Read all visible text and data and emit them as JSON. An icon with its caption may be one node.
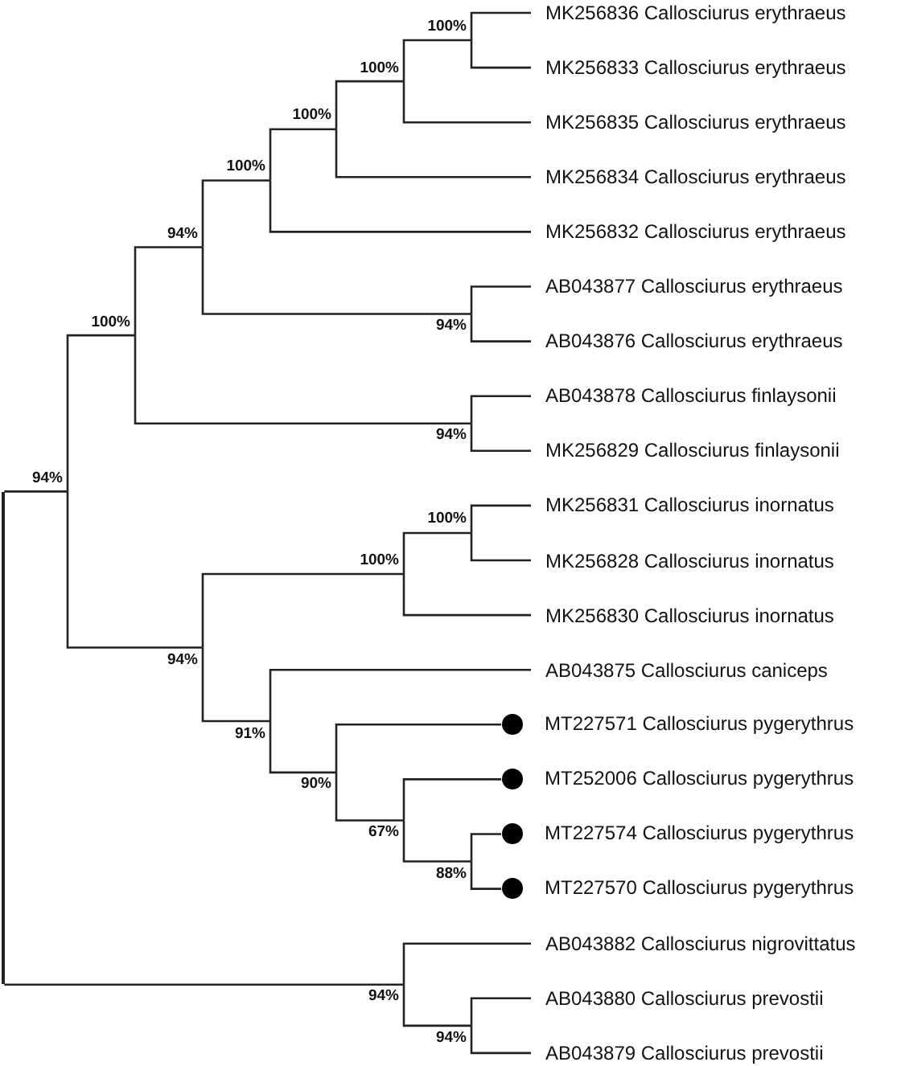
{
  "diagram": {
    "nodes": [
      {
        "text": [],
        "shape": "bar"
      },
      {
        "text": [
          "94%"
        ]
      },
      {
        "text": [
          "100%"
        ]
      },
      {
        "text": [
          "94%"
        ]
      },
      {
        "text": [
          "100%"
        ]
      },
      {
        "text": [
          "100%"
        ]
      },
      {
        "text": [
          "100%"
        ]
      },
      {
        "text": [
          "100%"
        ]
      },
      {
        "text": [
          "MK256836 Callosciurus erythraeus"
        ]
      },
      {
        "text": [
          "MK256833 Callosciurus erythraeus"
        ]
      },
      {
        "text": [
          "MK256835 Callosciurus erythraeus"
        ]
      },
      {
        "text": [
          "MK256834 Callosciurus erythraeus"
        ]
      },
      {
        "text": [
          "MK256832 Callosciurus erythraeus"
        ]
      },
      {
        "text": [
          "94%"
        ]
      },
      {
        "text": [
          "AB043877 Callosciurus erythraeus"
        ]
      },
      {
        "text": [
          "AB043876 Callosciurus erythraeus"
        ]
      },
      {
        "text": [
          "94%"
        ]
      },
      {
        "text": [
          "AB043878 Callosciurus finlaysonii"
        ]
      },
      {
        "text": [
          "MK256829 Callosciurus finlaysonii"
        ]
      },
      {
        "text": [
          "94%"
        ]
      },
      {
        "text": [
          "100%"
        ]
      },
      {
        "text": [
          "100%"
        ]
      },
      {
        "text": [
          "MK256831 Callosciurus inornatus"
        ]
      },
      {
        "text": [
          "MK256828 Callosciurus inornatus"
        ]
      },
      {
        "text": [
          "MK256830 Callosciurus inornatus"
        ]
      },
      {
        "text": [
          "91%"
        ]
      },
      {
        "text": [
          "AB043875 Callosciurus caniceps"
        ]
      },
      {
        "text": [
          "90%"
        ]
      },
      {
        "text": [],
        "shape": "circle",
        "beside": [
          "MT227571 Callosciurus pygerythrus"
        ]
      },
      {
        "text": [
          "67%"
        ]
      },
      {
        "text": [],
        "shape": "circle",
        "beside": [
          "MT252006 Callosciurus pygerythrus"
        ]
      },
      {
        "text": [
          "88%"
        ]
      },
      {
        "text": [],
        "shape": "circle",
        "beside": [
          "MT227574 Callosciurus pygerythrus"
        ]
      },
      {
        "text": [],
        "shape": "circle",
        "beside": [
          "MT227570 Callosciurus pygerythrus"
        ]
      },
      {
        "text": [
          "94%"
        ]
      },
      {
        "text": [
          "AB043882 Callosciurus nigrovittatus"
        ]
      },
      {
        "text": [
          "94%"
        ]
      },
      {
        "text": [
          "AB043880 Callosciurus prevostii"
        ]
      },
      {
        "text": [
          "AB043879 Callosciurus prevostii"
        ]
      }
    ],
    "edges": [
      {
        "from": 0,
        "to": 1,
        "arrow": "none"
      },
      {
        "from": 1,
        "to": 2,
        "arrow": "none"
      },
      {
        "from": 2,
        "to": 3,
        "arrow": "none"
      },
      {
        "from": 3,
        "to": 4,
        "arrow": "none"
      },
      {
        "from": 4,
        "to": 5,
        "arrow": "none"
      },
      {
        "from": 5,
        "to": 6,
        "arrow": "none"
      },
      {
        "from": 6,
        "to": 7,
        "arrow": "none"
      },
      {
        "from": 7,
        "to": 8,
        "arrow": "none"
      },
      {
        "from": 7,
        "to": 9,
        "arrow": "none"
      },
      {
        "from": 6,
        "to": 10,
        "arrow": "none"
      },
      {
        "from": 5,
        "to": 11,
        "arrow": "none"
      },
      {
        "from": 4,
        "to": 12,
        "arrow": "none"
      },
      {
        "from": 3,
        "to": 13,
        "arrow": "none"
      },
      {
        "from": 13,
        "to": 14,
        "arrow": "none"
      },
      {
        "from": 13,
        "to": 15,
        "arrow": "none"
      },
      {
        "from": 2,
        "to": 16,
        "arrow": "none"
      },
      {
        "from": 16,
        "to": 17,
        "arrow": "none"
      },
      {
        "from": 16,
        "to": 18,
        "arrow": "none"
      },
      {
        "from": 1,
        "to": 19,
        "arrow": "none"
      },
      {
        "from": 19,
        "to": 20,
        "arrow": "none"
      },
      {
        "from": 20,
        "to": 21,
        "arrow": "none"
      },
      {
        "from": 21,
        "to": 22,
        "arrow": "none"
      },
      {
        "from": 21,
        "to": 23,
        "arrow": "none"
      },
      {
        "from": 20,
        "to": 24,
        "arrow": "none"
      },
      {
        "from": 19,
        "to": 25,
        "arrow": "none"
      },
      {
        "from": 25,
        "to": 26,
        "arrow": "none"
      },
      {
        "from": 25,
        "to": 27,
        "arrow": "none"
      },
      {
        "from": 27,
        "to": 28,
        "arrow": "none"
      },
      {
        "from": 27,
        "to": 29,
        "arrow": "none"
      },
      {
        "from": 29,
        "to": 30,
        "arrow": "none"
      },
      {
        "from": 29,
        "to": 31,
        "arrow": "none"
      },
      {
        "from": 31,
        "to": 32,
        "arrow": "none"
      },
      {
        "from": 31,
        "to": 33,
        "arrow": "none"
      },
      {
        "from": 0,
        "to": 34,
        "arrow": "none"
      },
      {
        "from": 34,
        "to": 35,
        "arrow": "none"
      },
      {
        "from": 34,
        "to": 36,
        "arrow": "none"
      },
      {
        "from": 36,
        "to": 37,
        "arrow": "none"
      },
      {
        "from": 36,
        "to": 38,
        "arrow": "none"
      }
    ]
  }
}
